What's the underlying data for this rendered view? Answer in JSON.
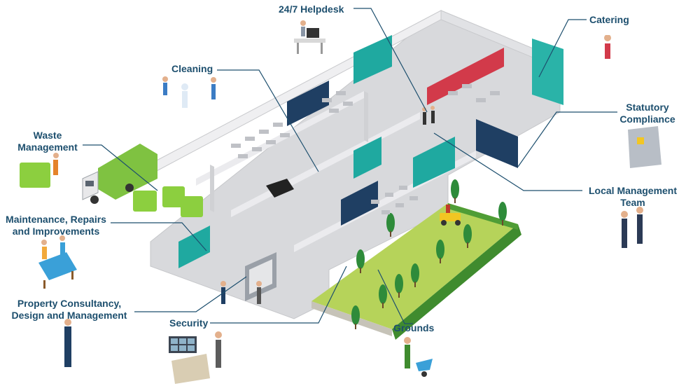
{
  "labels": {
    "helpdesk": "24/7 Helpdesk",
    "catering": "Catering",
    "cleaning": "Cleaning",
    "statutory_line1": "Statutory",
    "statutory_line2": "Compliance",
    "waste_line1": "Waste",
    "waste_line2": "Management",
    "local_line1": "Local Management",
    "local_line2": "Team",
    "maintenance_line1": "Maintenance, Repairs",
    "maintenance_line2": "and Improvements",
    "property_line1": "Property Consultancy,",
    "property_line2": "Design and Management",
    "security": "Security",
    "grounds": "Grounds"
  },
  "colors": {
    "label": "#1d4f6e",
    "leader_line": "#1d4f6e",
    "grass": "#b6d35a",
    "hedge": "#3f8b2e",
    "wall": "#e8e8ea",
    "floor": "#dcdde0",
    "teal": "#1fa9a0",
    "navy_board": "#1f3f63",
    "red_wall": "#d23a4a",
    "truck_green": "#7fc241"
  }
}
